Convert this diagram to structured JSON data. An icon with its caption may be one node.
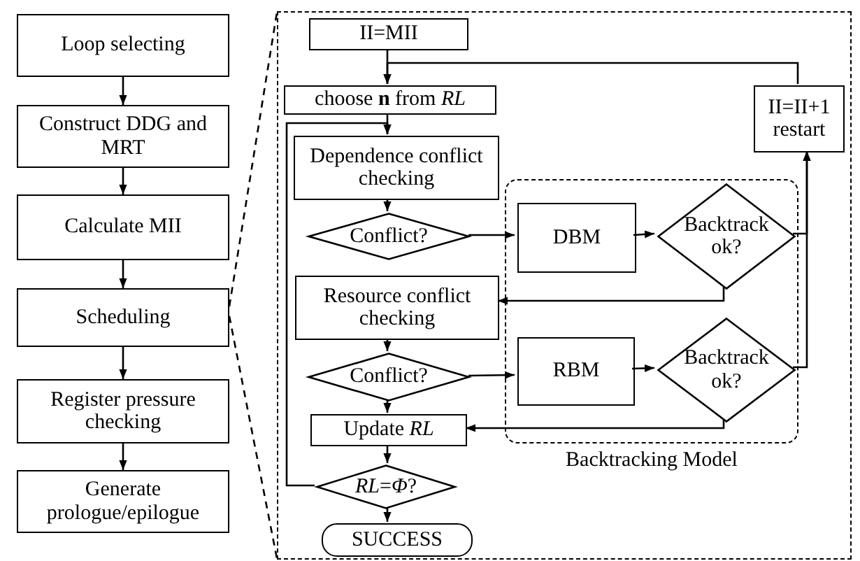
{
  "diagram": {
    "nodes": [
      {
        "text": [
          "Loop selecting"
        ]
      },
      {
        "text": [
          "Construct DDG and MRT"
        ]
      },
      {
        "text": [
          "Calculate MII"
        ]
      },
      {
        "text": [
          "Scheduling"
        ]
      },
      {
        "text": [
          "Register pressure checking"
        ]
      },
      {
        "text": [
          "Generate prologue/epilogue"
        ]
      },
      {
        "text": [],
        "shape": "box"
      },
      {
        "text": [
          "II=MII"
        ],
        "in": 6
      },
      {
        "text": [
          "choose **n** from *RL*"
        ],
        "in": 6
      },
      {
        "text": [
          "Dependence conflict checking"
        ],
        "in": 6
      },
      {
        "text": [
          "Conflict?"
        ],
        "in": 6
      },
      {
        "text": [
          "II=II+1 restart"
        ],
        "in": 6
      },
      {
        "text": [
          "Backtracking Model"
        ],
        "in": 6
      },
      {
        "text": [
          "DBM"
        ],
        "in": 12
      },
      {
        "text": [
          "Backtrack ok?"
        ],
        "in": 12
      },
      {
        "text": [
          "Resource conflict checking"
        ],
        "in": 6
      },
      {
        "text": [
          "Conflict?"
        ],
        "in": 6
      },
      {
        "text": [
          "RBM"
        ],
        "in": 12
      },
      {
        "text": [
          "Backtrack ok?"
        ],
        "in": 12
      },
      {
        "text": [
          "Update *RL*"
        ],
        "in": 6
      },
      {
        "text": [
          "*RL*=*Φ*?"
        ],
        "in": 6
      },
      {
        "text": [
          "SUCCESS"
        ],
        "in": 6
      }
    ],
    "edges": [
      {
        "from": 0,
        "to": 1,
        "arrow": "to"
      },
      {
        "from": 1,
        "to": 2,
        "arrow": "to"
      },
      {
        "from": 2,
        "to": 3,
        "arrow": "to"
      },
      {
        "from": 3,
        "to": 4,
        "arrow": "to"
      },
      {
        "from": 4,
        "to": 5,
        "arrow": "to"
      },
      {
        "from": 3,
        "to": 6,
        "arrow": "none",
        "style": "dashed"
      },
      {
        "from": 3,
        "to": 6,
        "arrow": "none",
        "style": "dashed"
      },
      {
        "from": 7,
        "to": 8,
        "arrow": "to"
      },
      {
        "from": 11,
        "to": 8,
        "arrow": "to"
      },
      {
        "from": 8,
        "to": 9,
        "arrow": "to"
      },
      {
        "from": 20,
        "to": 9,
        "arrow": "to"
      },
      {
        "from": 9,
        "to": 10,
        "arrow": "to"
      },
      {
        "from": 10,
        "to": 13,
        "arrow": "to"
      },
      {
        "from": 13,
        "to": 14,
        "arrow": "to"
      },
      {
        "from": 14,
        "to": 11,
        "arrow": "to"
      },
      {
        "from": 14,
        "to": 15,
        "arrow": "to"
      },
      {
        "from": 15,
        "to": 16,
        "arrow": "to"
      },
      {
        "from": 16,
        "to": 17,
        "arrow": "to"
      },
      {
        "from": 17,
        "to": 18,
        "arrow": "to"
      },
      {
        "from": 18,
        "to": 11,
        "arrow": "to"
      },
      {
        "from": 16,
        "to": 19,
        "arrow": "to"
      },
      {
        "from": 18,
        "to": 19,
        "arrow": "to"
      },
      {
        "from": 19,
        "to": 20,
        "arrow": "to"
      },
      {
        "from": 20,
        "to": 21,
        "arrow": "to"
      }
    ]
  }
}
